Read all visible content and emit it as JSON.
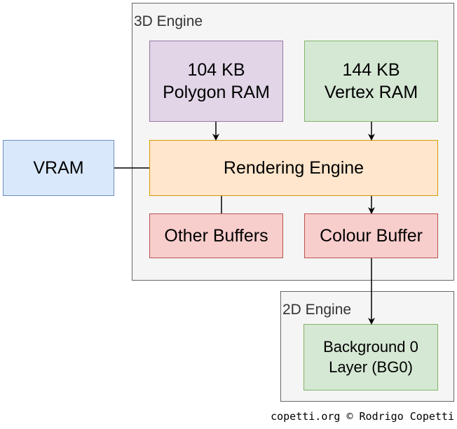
{
  "groups": {
    "engine3d": {
      "label": "3D Engine"
    },
    "engine2d": {
      "label": "2D Engine"
    }
  },
  "nodes": {
    "polygon_ram": {
      "label": "104 KB\nPolygon RAM",
      "color": "#e1d5e7"
    },
    "vertex_ram": {
      "label": "144 KB\nVertex RAM",
      "color": "#d5e8d4"
    },
    "rendering_engine": {
      "label": "Rendering Engine",
      "color": "#ffe6cc"
    },
    "other_buffers": {
      "label": "Other Buffers",
      "color": "#f8cecc"
    },
    "colour_buffer": {
      "label": "Colour Buffer",
      "color": "#f8cecc"
    },
    "vram": {
      "label": "VRAM",
      "color": "#dae8fc"
    },
    "bg0": {
      "label": "Background 0\nLayer (BG0)",
      "color": "#d5e8d4"
    }
  },
  "edges": [
    {
      "from": "polygon_ram",
      "to": "rendering_engine",
      "arrow": true
    },
    {
      "from": "vertex_ram",
      "to": "rendering_engine",
      "arrow": true
    },
    {
      "from": "vram",
      "to": "rendering_engine",
      "arrow": false
    },
    {
      "from": "rendering_engine",
      "to": "other_buffers",
      "arrow": false
    },
    {
      "from": "rendering_engine",
      "to": "colour_buffer",
      "arrow": true
    },
    {
      "from": "colour_buffer",
      "to": "bg0",
      "arrow": true
    }
  ],
  "credit": "copetti.org © Rodrigo Copetti"
}
